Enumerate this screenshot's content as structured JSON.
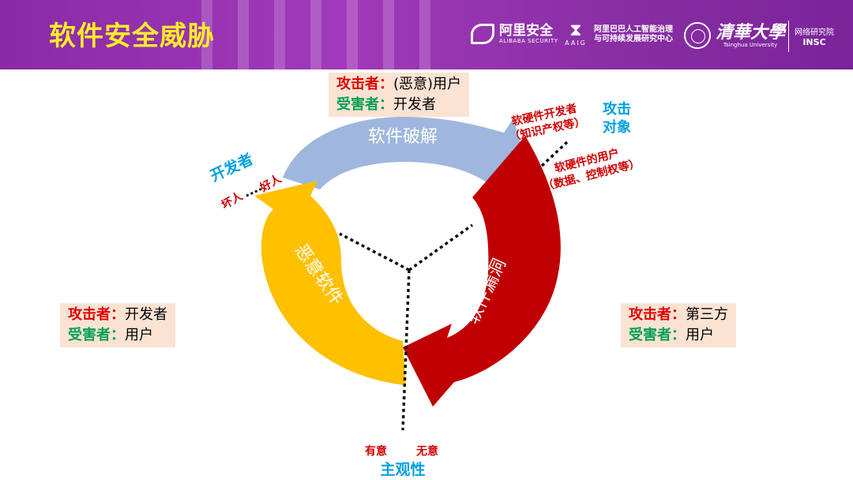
{
  "header": {
    "title": "软件安全威胁",
    "logos": {
      "alibaba_cn": "阿里安全",
      "alibaba_en": "ALIBABA SECURITY",
      "aaig_cn_1": "阿里巴巴人工智能治理",
      "aaig_cn_2": "与可持续发展研究中心",
      "aaig_en": "AAIG",
      "thu_cn": "清華大學",
      "thu_en": "Tsinghua University",
      "insc_cn": "网络研究院",
      "insc_en": "INSC"
    }
  },
  "diagram": {
    "arc_top": "软件破解",
    "arc_left": "恶意软件",
    "arc_right": "软件漏洞",
    "developer": "开发者",
    "bad": "坏人",
    "good": "好人",
    "target": "攻击\n对象",
    "target_line1": "攻击",
    "target_line2": "对象",
    "hw_dev_1": "软硬件开发者",
    "hw_dev_2": "（知识产权等）",
    "hw_user_1": "软硬件的用户",
    "hw_user_2": "（数据、控制权等）",
    "subjective": "主观性",
    "intentional": "有意",
    "unintentional": "无意"
  },
  "boxes": {
    "top": {
      "attacker_key": "攻击者",
      "attacker_val": "(恶意)用户",
      "victim_key": "受害者",
      "victim_val": "开发者"
    },
    "left": {
      "attacker_key": "攻击者",
      "attacker_val": "开发者",
      "victim_key": "受害者",
      "victim_val": "用户"
    },
    "right": {
      "attacker_key": "攻击者",
      "attacker_val": "第三方",
      "victim_key": "受害者",
      "victim_val": "用户"
    }
  },
  "colors": {
    "header": "#9b34b5",
    "title": "#ffeb2a",
    "arc_top": "#9fb7de",
    "arc_left": "#ffc000",
    "arc_right": "#c00000",
    "red_text": "#d00000",
    "blue_text": "#00a0e0",
    "box_bg": "#fbe3d4"
  }
}
